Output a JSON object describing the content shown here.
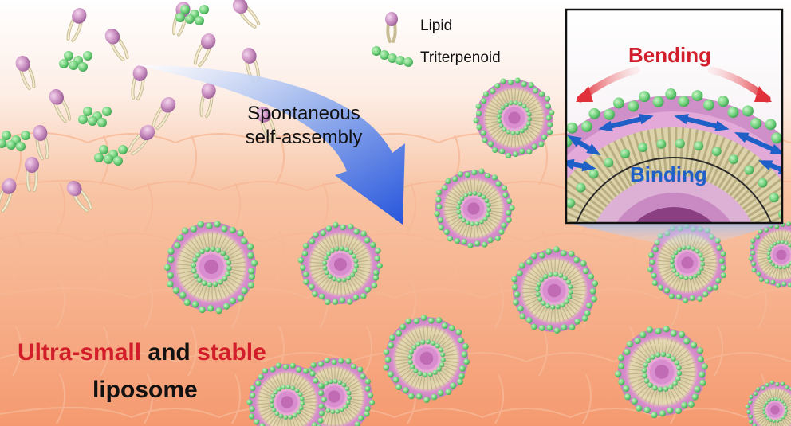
{
  "legend": {
    "lipid_label": "Lipid",
    "triterpenoid_label": "Triterpenoid"
  },
  "arrow_caption": {
    "line1": "Spontaneous",
    "line2": "self-assembly"
  },
  "title": {
    "part1": "Ultra-small",
    "part2": "and",
    "part3": "stable",
    "line2": "liposome"
  },
  "inset": {
    "bending_label": "Bending",
    "binding_label": "Binding"
  },
  "colors": {
    "accent_red": "#d21e2a",
    "accent_blue": "#1f5fc8",
    "skin": "#f4a27c",
    "lipid_head": "#c98ec0",
    "triterpenoid": "#6fd07a"
  }
}
